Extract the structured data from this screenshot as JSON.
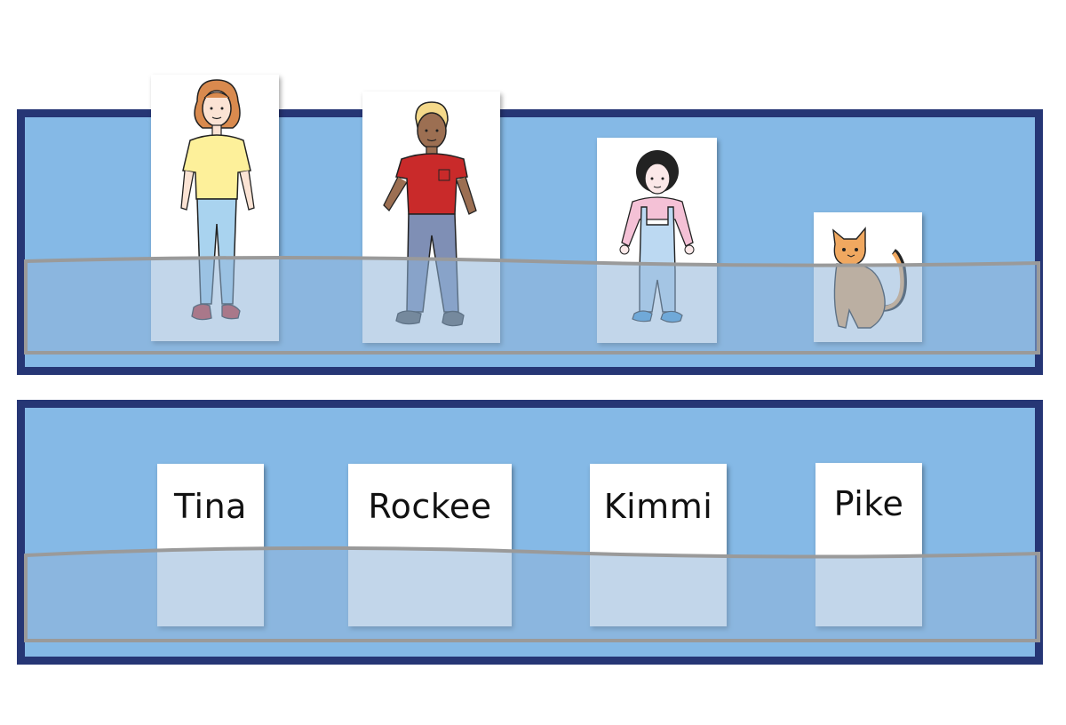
{
  "pictures": [
    {
      "id": "tina",
      "icon": "girl-yellow-shirt-icon"
    },
    {
      "id": "rockee",
      "icon": "boy-red-shirt-icon"
    },
    {
      "id": "kimmi",
      "icon": "child-overalls-icon"
    },
    {
      "id": "pike",
      "icon": "orange-cat-icon"
    }
  ],
  "names": [
    {
      "label": "Tina"
    },
    {
      "label": "Rockee"
    },
    {
      "label": "Kimmi"
    },
    {
      "label": "Pike"
    }
  ],
  "colors": {
    "board_fill": "#85b9e6",
    "board_border": "#263675",
    "pocket_strip": "#8fb5d8",
    "pocket_edge": "#9a9a9a",
    "card": "#ffffff"
  }
}
